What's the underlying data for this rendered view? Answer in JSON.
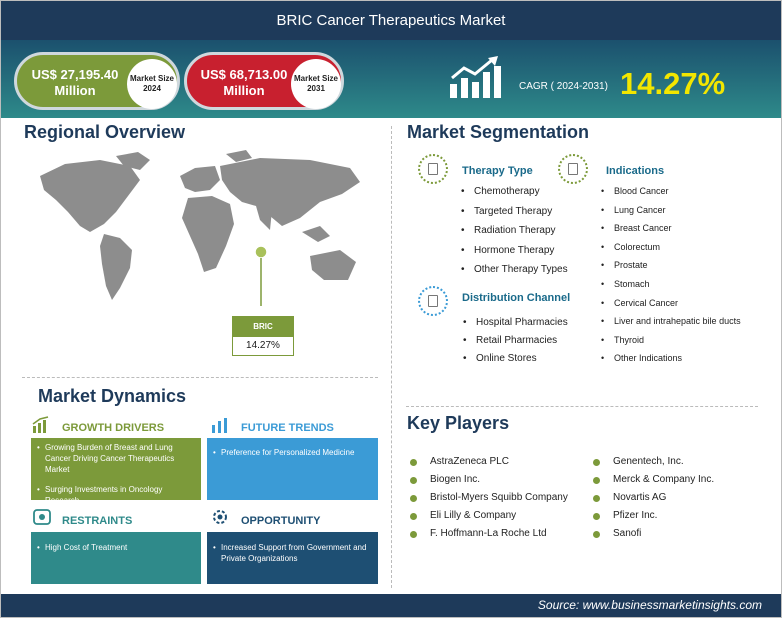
{
  "header": {
    "title": "BRIC Cancer Therapeutics Market",
    "market_2024": {
      "value": "US$ 27,195.40",
      "unit": "Million",
      "badge": "Market Size 2024"
    },
    "market_2031": {
      "value": "US$ 68,713.00",
      "unit": "Million",
      "badge": "Market Size 2031"
    },
    "cagr_label": "CAGR ( 2024-2031)",
    "cagr_value": "14.27%"
  },
  "regional": {
    "title": "Regional Overview",
    "region": "BRIC",
    "value": "14.27%"
  },
  "segmentation": {
    "title": "Market Segmentation",
    "therapy": {
      "title": "Therapy Type",
      "items": [
        "Chemotherapy",
        "Targeted Therapy",
        "Radiation Therapy",
        "Hormone Therapy",
        "Other Therapy Types"
      ]
    },
    "distribution": {
      "title": "Distribution Channel",
      "items": [
        "Hospital Pharmacies",
        "Retail Pharmacies",
        "Online Stores"
      ]
    },
    "indications": {
      "title": "Indications",
      "items": [
        "Blood Cancer",
        "Lung Cancer",
        "Breast Cancer",
        "Colorectum",
        "Prostate",
        "Stomach",
        "Cervical Cancer",
        "Liver and intrahepatic bile ducts",
        "Thyroid",
        "Other Indications"
      ]
    }
  },
  "dynamics": {
    "title": "Market Dynamics",
    "drivers": {
      "title": "GROWTH DRIVERS",
      "items": [
        "Growing Burden of Breast and Lung Cancer Driving Cancer Therapeutics Market",
        "Surging Investments in Oncology Research"
      ],
      "color": "#7c9a3a"
    },
    "trends": {
      "title": "FUTURE TRENDS",
      "items": [
        "Preference for Personalized Medicine"
      ],
      "color": "#3b9bd6"
    },
    "restraints": {
      "title": "RESTRAINTS",
      "items": [
        "High Cost of Treatment"
      ],
      "color": "#2f8a8a"
    },
    "opportunity": {
      "title": "OPPORTUNITY",
      "items": [
        "Increased Support from Government and Private Organizations"
      ],
      "color": "#1e4f73"
    }
  },
  "players": {
    "title": "Key Players",
    "left": [
      "AstraZeneca PLC",
      "Biogen Inc.",
      "Bristol-Myers Squibb Company",
      "Eli Lilly & Company",
      "F. Hoffmann-La Roche Ltd"
    ],
    "right": [
      "Genentech, Inc.",
      "Merck & Company Inc.",
      "Novartis AG",
      "Pfizer Inc.",
      "Sanofi"
    ]
  },
  "footer": {
    "source": "Source: www.businessmarketinsights.com"
  }
}
